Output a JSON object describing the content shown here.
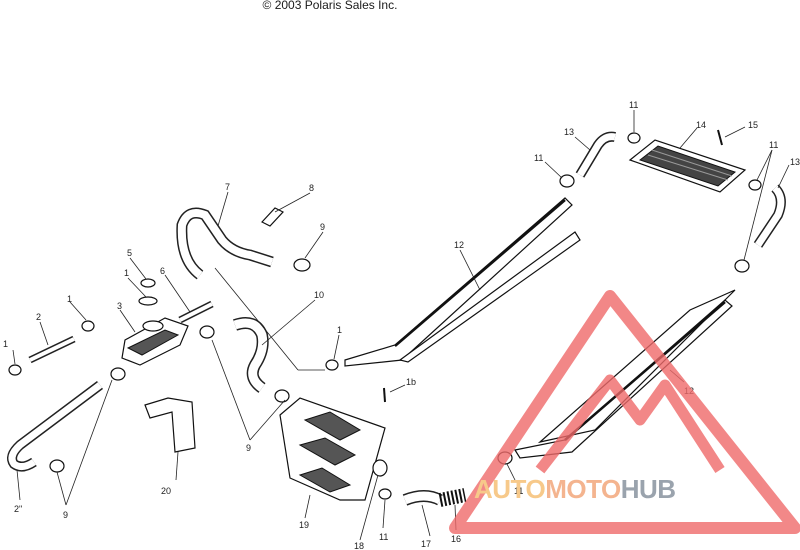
{
  "header": {
    "copyright": "© 2003 Polaris Sales Inc."
  },
  "callouts": [
    "1",
    "2",
    "3",
    "5",
    "1",
    "6",
    "7",
    "8",
    "9",
    "10",
    "1",
    "9",
    "1",
    "2\"",
    "9",
    "20",
    "12",
    "13",
    "11",
    "11",
    "14",
    "15",
    "11",
    "13",
    "12",
    "1b",
    "19",
    "18",
    "11",
    "17",
    "16",
    "11"
  ],
  "watermark": {
    "brand_part1": "AUTO",
    "brand_part2": "MOTO",
    "brand_part3": "HUB",
    "color_triangle": "#ef6a6a",
    "color_auto": "#f7c98a",
    "color_moto": "#f4b48f",
    "color_hub": "#9aa3ad"
  }
}
